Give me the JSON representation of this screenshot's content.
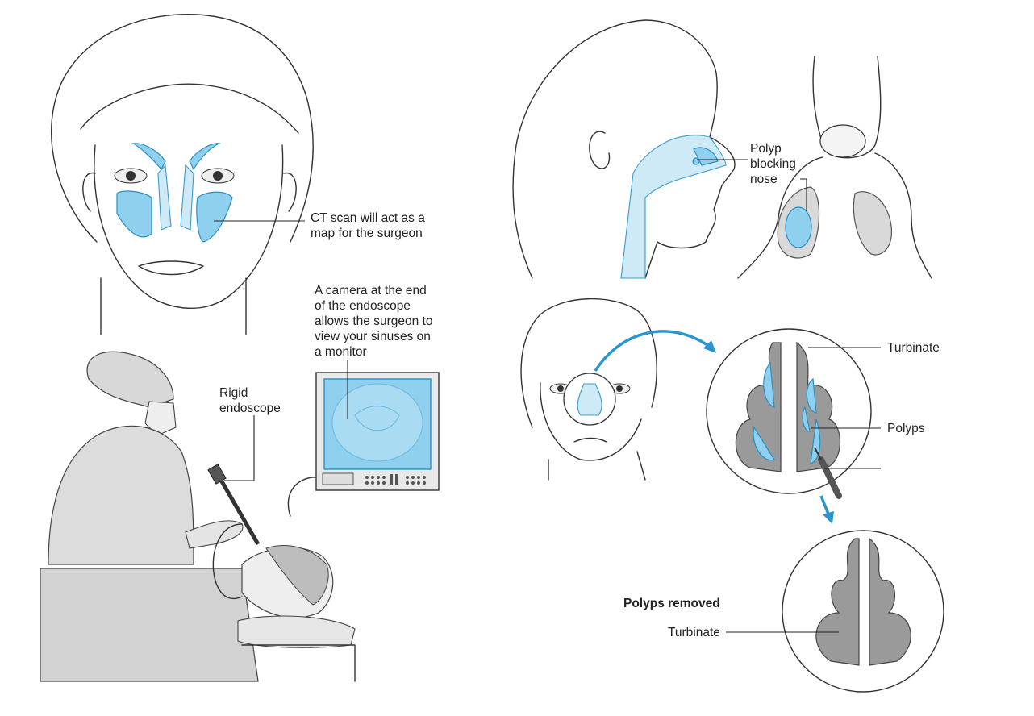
{
  "labels": {
    "ct_scan": "CT scan will act as a\nmap for the surgeon",
    "camera": "A camera at the end\nof the endoscope\nallows the surgeon to\nview your sinuses on\na monitor",
    "rigid_endoscope": "Rigid\nendoscope",
    "polyp_blocking": "Polyp\nblocking\nnose",
    "turbinate_top": "Turbinate",
    "polyps": "Polyps",
    "polyps_removed": "Polyps removed",
    "turbinate_bottom": "Turbinate"
  },
  "colors": {
    "sinus_blue": "#8fd0ef",
    "sinus_stroke": "#2a8fc2",
    "arrow_blue": "#2b95d0",
    "gown_grey": "#dcdcdc"
  }
}
